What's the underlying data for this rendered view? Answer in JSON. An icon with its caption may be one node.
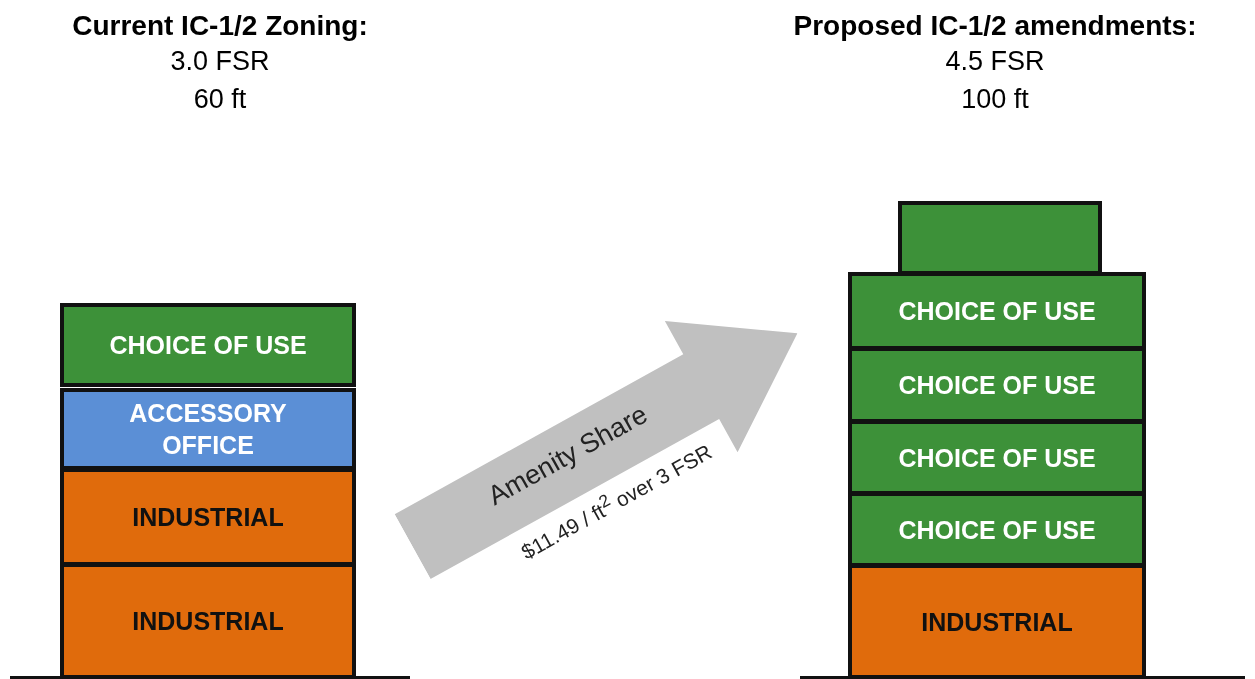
{
  "diagram": {
    "nodes": [
      {
        "text": [
          "CHOICE OF USE"
        ]
      },
      {
        "text": [
          "ACCESSORY OFFICE"
        ]
      },
      {
        "text": [
          "INDUSTRIAL"
        ]
      },
      {
        "text": [
          "INDUSTRIAL"
        ]
      },
      {
        "text": [
          "Amenity Share"
        ],
        "beside": [
          "$11.49 / ft$^{2}$ over 3 FSR"
        ]
      },
      {
        "text": [],
        "shape": "box"
      },
      {
        "text": [
          "CHOICE OF USE"
        ]
      },
      {
        "text": [
          "CHOICE OF USE"
        ]
      },
      {
        "text": [
          "CHOICE OF USE"
        ]
      },
      {
        "text": [
          "CHOICE OF USE"
        ]
      },
      {
        "text": [
          "INDUSTRIAL"
        ]
      }
    ],
    "edges": [],
    "labels": [
      "Current IC-1/2 Zoning:",
      "3.0 FSR",
      "60 ft",
      "Proposed IC-1/2 amendments:",
      "4.5 FSR",
      "100 ft"
    ]
  }
}
